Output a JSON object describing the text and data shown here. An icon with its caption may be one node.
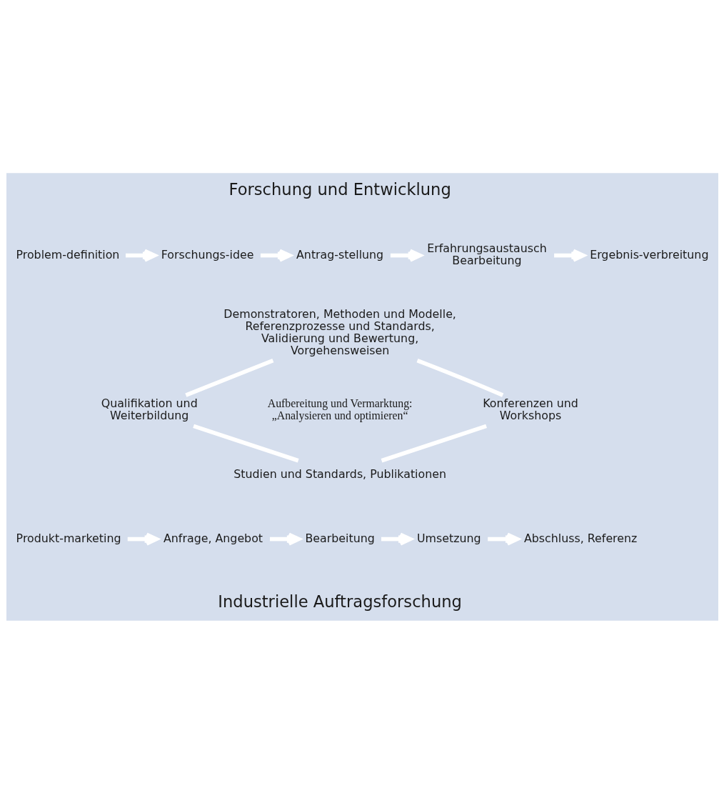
{
  "diagram": {
    "nodes": [
      {
        "text": [
          "Problem-definition"
        ]
      },
      {
        "text": [
          "Forschungs-idee"
        ]
      },
      {
        "text": [
          "Antrag-stellung"
        ]
      },
      {
        "text": [
          "Erfahrungsaustausch Bearbeitung"
        ]
      },
      {
        "text": [
          "Ergebnis-verbreitung"
        ]
      },
      {
        "text": [
          "Aufbereitung und Vermarktung: „Analysieren und optimieren“"
        ]
      },
      {
        "text": [
          "Demonstratoren, Methoden und Modelle, Referenzprozesse und Standards, Validierung und Bewertung, Vorgehensweisen"
        ]
      },
      {
        "text": [
          "Qualifikation und Weiterbildung"
        ]
      },
      {
        "text": [
          "Konferenzen und Workshops"
        ]
      },
      {
        "text": [
          "Studien und Standards, Publikationen"
        ]
      },
      {
        "text": [
          "Produkt-marketing"
        ]
      },
      {
        "text": [
          "Anfrage, Angebot"
        ]
      },
      {
        "text": [
          "Bearbeitung"
        ]
      },
      {
        "text": [
          "Umsetzung"
        ]
      },
      {
        "text": [
          "Abschluss, Referenz"
        ]
      }
    ],
    "edges": [
      {
        "from": 0,
        "to": 1,
        "arrow": "to"
      },
      {
        "from": 1,
        "to": 2,
        "arrow": "to"
      },
      {
        "from": 2,
        "to": 3,
        "arrow": "to"
      },
      {
        "from": 3,
        "to": 4,
        "arrow": "to"
      },
      {
        "from": 6,
        "to": 7,
        "arrow": "none"
      },
      {
        "from": 7,
        "to": 9,
        "arrow": "none"
      },
      {
        "from": 9,
        "to": 8,
        "arrow": "none"
      },
      {
        "from": 8,
        "to": 6,
        "arrow": "none"
      },
      {
        "from": 10,
        "to": 11,
        "arrow": "to"
      },
      {
        "from": 11,
        "to": 12,
        "arrow": "to"
      },
      {
        "from": 12,
        "to": 13,
        "arrow": "to"
      },
      {
        "from": 13,
        "to": 14,
        "arrow": "to"
      }
    ],
    "labels": [
      "Forschung und Entwicklung",
      "Industrielle Auftragsforschung"
    ]
  }
}
